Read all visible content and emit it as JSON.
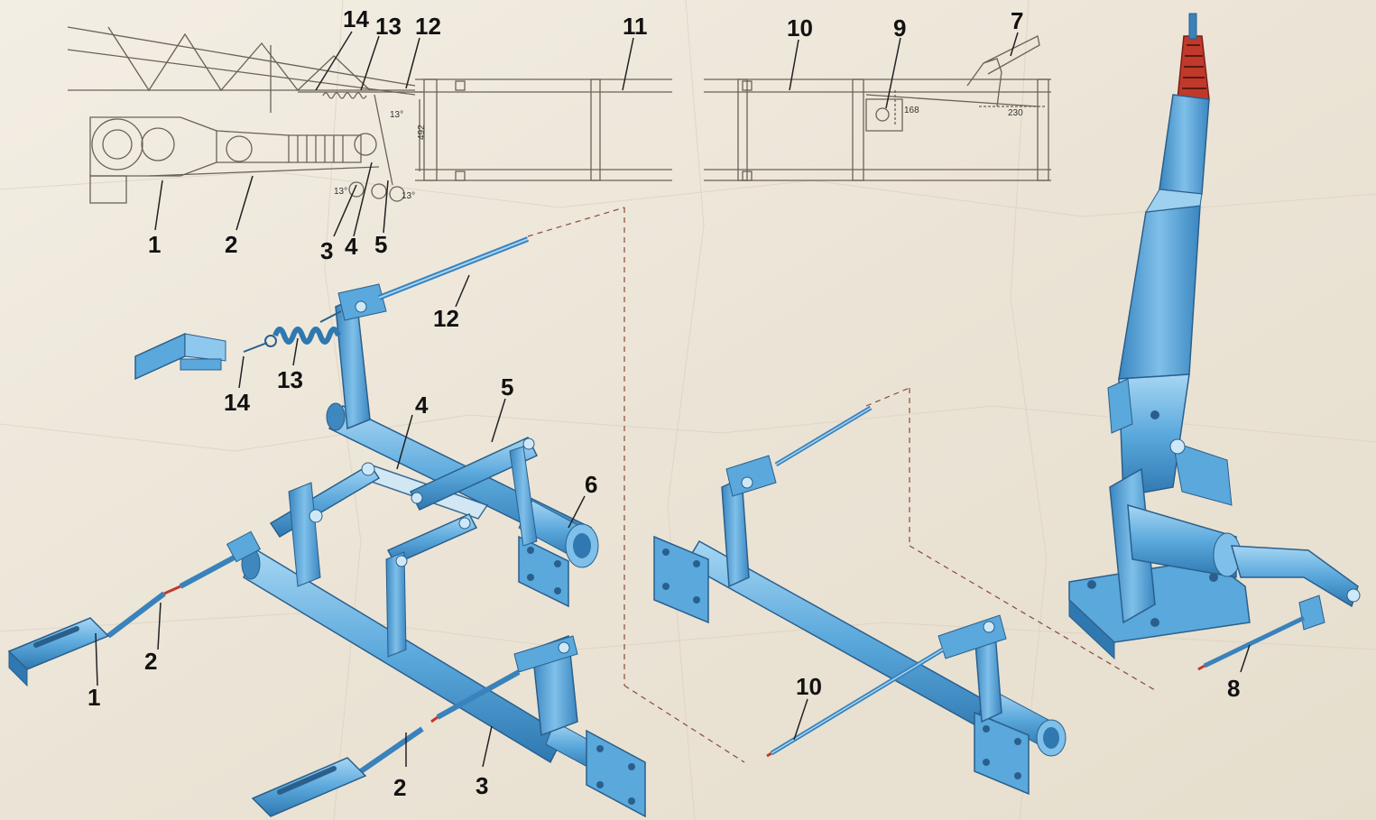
{
  "colors": {
    "paper": "#efe9dd",
    "paper_shadow": "#d9d0bf",
    "part_blue": "#5aa8dc",
    "part_blue_dark": "#2f78b0",
    "part_blue_light": "#9ed0f0",
    "line_drawing": "#6b6256",
    "label": "#111111",
    "spring_red": "#c0392b"
  },
  "callouts": {
    "top": {
      "c1": "1",
      "c2": "2",
      "c3": "3",
      "c4": "4",
      "c5": "5",
      "c7": "7",
      "c9": "9",
      "c10": "10",
      "c11": "11",
      "c12": "12",
      "c13": "13",
      "c14": "14"
    },
    "main": {
      "c1": "1",
      "c2a": "2",
      "c2b": "2",
      "c3": "3",
      "c4": "4",
      "c5": "5",
      "c6": "6",
      "c8": "8",
      "c10": "10",
      "c12": "12",
      "c13": "13",
      "c14": "14"
    }
  },
  "dimensions": {
    "d492": "492",
    "d168": "168",
    "d230": "230",
    "d13a": "13°",
    "d13b": "13°",
    "d13c": "13°"
  }
}
